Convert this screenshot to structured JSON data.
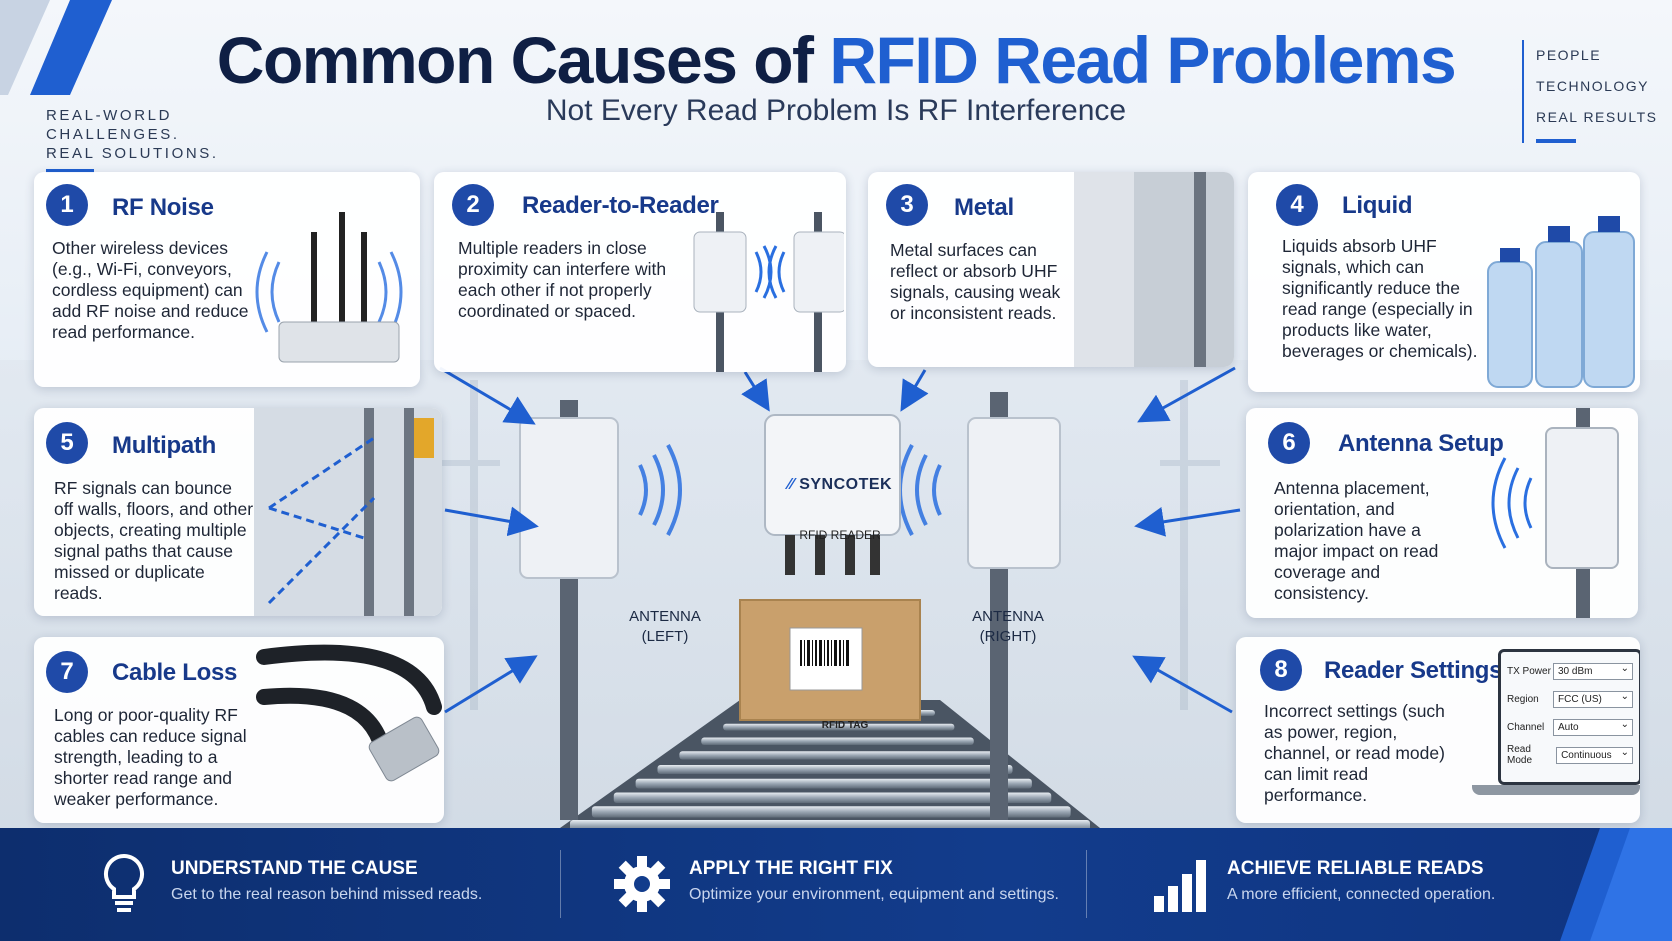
{
  "header": {
    "title_part1": "Common Causes of",
    "title_part2": "RFID Read Problems",
    "subtitle": "Not Every Read Problem Is RF Interference",
    "tagline": [
      "REAL-WORLD",
      "CHALLENGES.",
      "REAL SOLUTIONS."
    ],
    "right_list": [
      "PEOPLE",
      "TECHNOLOGY",
      "REAL RESULTS"
    ]
  },
  "cards": [
    {
      "num": "1",
      "title": "RF Noise",
      "body": "Other wireless devices (e.g., Wi-Fi, conveyors, cordless equipment) can add RF noise and reduce read performance."
    },
    {
      "num": "2",
      "title": "Reader-to-Reader",
      "body": "Multiple readers in close proximity can interfere with each other if not properly coordinated or spaced."
    },
    {
      "num": "3",
      "title": "Metal",
      "body": "Metal surfaces can reflect or absorb UHF signals, causing weak or inconsistent reads."
    },
    {
      "num": "4",
      "title": "Liquid",
      "body": "Liquids absorb UHF signals, which can significantly reduce the read range (especially in products like water, beverages or chemicals)."
    },
    {
      "num": "5",
      "title": "Multipath",
      "body": "RF signals can bounce off walls, floors, and other objects, creating multiple signal paths that cause missed or duplicate reads."
    },
    {
      "num": "6",
      "title": "Antenna Setup",
      "body": "Antenna placement, orientation, and polarization have a major impact on read coverage and consistency."
    },
    {
      "num": "7",
      "title": "Cable Loss",
      "body": "Long or poor-quality RF cables can reduce signal strength, leading to a shorter read range and weaker performance."
    },
    {
      "num": "8",
      "title": "Reader Settings",
      "body": "Incorrect settings (such as power, region, channel, or read mode) can limit read performance."
    }
  ],
  "center": {
    "brand": "SYNCOTEK",
    "reader_label": "RFID READER",
    "tag_label": "RFID TAG",
    "antenna_left": [
      "ANTENNA",
      "(LEFT)"
    ],
    "antenna_right": [
      "ANTENNA",
      "(RIGHT)"
    ]
  },
  "settings_panel": [
    {
      "label": "TX Power",
      "value": "30 dBm"
    },
    {
      "label": "Region",
      "value": "FCC (US)"
    },
    {
      "label": "Channel",
      "value": "Auto"
    },
    {
      "label": "Read Mode",
      "value": "Continuous"
    }
  ],
  "footer": [
    {
      "head": "UNDERSTAND THE CAUSE",
      "sub": "Get to the real reason behind missed reads.",
      "icon": "lightbulb-icon"
    },
    {
      "head": "APPLY THE RIGHT FIX",
      "sub": "Optimize your environment, equipment and settings.",
      "icon": "gear-icon"
    },
    {
      "head": "ACHIEVE RELIABLE READS",
      "sub": "A more efficient, connected operation.",
      "icon": "bar-chart-icon"
    }
  ],
  "colors": {
    "accent": "#1f5fd0",
    "navy": "#0f1f44",
    "footer": "#0d2e6e"
  }
}
